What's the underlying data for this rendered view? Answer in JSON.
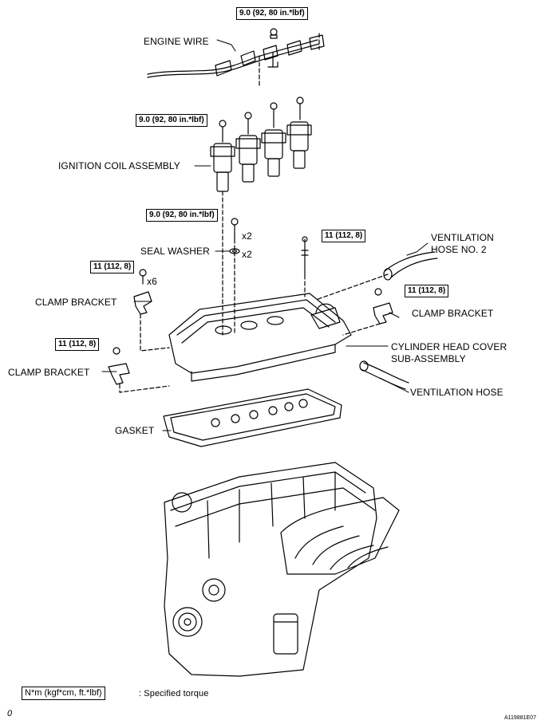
{
  "labels": {
    "engine_wire": "ENGINE WIRE",
    "ignition_coil": "IGNITION COIL ASSEMBLY",
    "seal_washer": "SEAL WASHER",
    "ventilation_hose_2": [
      "VENTILATION",
      "HOSE NO. 2"
    ],
    "clamp_bracket": "CLAMP BRACKET",
    "cylinder_head_cover": [
      "CYLINDER HEAD COVER",
      "SUB-ASSEMBLY"
    ],
    "ventilation_hose": "VENTILATION HOSE",
    "gasket": "GASKET"
  },
  "torque": {
    "small": "9.0 (92, 80 in.*lbf)",
    "large": "11 (112, 8)"
  },
  "quantities": {
    "x2": "x2",
    "x6": "x6"
  },
  "legend": {
    "unit": "N*m (kgf*cm, ft.*lbf)",
    "text": ": Specified torque"
  },
  "footer": {
    "left_mark": "0",
    "figure_id": "A119881E07"
  }
}
